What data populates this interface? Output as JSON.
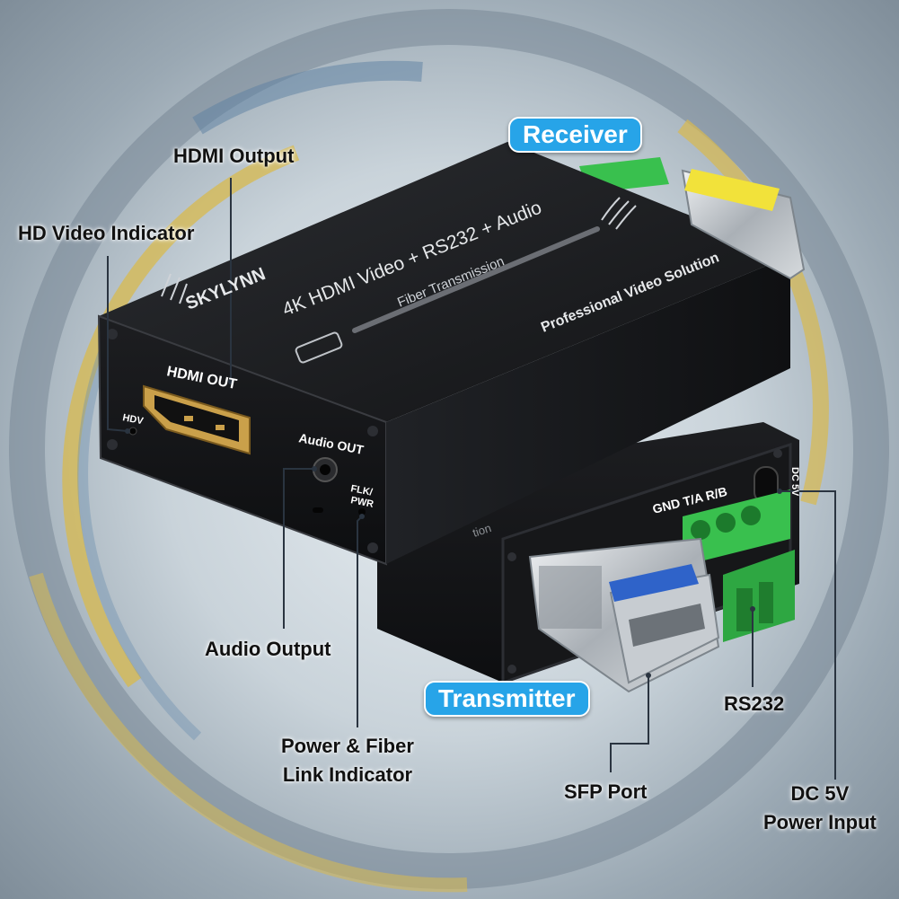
{
  "labels": {
    "receiver": "Receiver",
    "transmitter": "Transmitter"
  },
  "callouts": {
    "hdmi_output": "HDMI Output",
    "hd_video_indicator": "HD Video Indicator",
    "audio_output": "Audio Output",
    "power_fiber_line1": "Power & Fiber",
    "power_fiber_line2": "Link Indicator",
    "rs232": "RS232",
    "sfp_port": "SFP Port",
    "dc5v_line1": "DC 5V",
    "dc5v_line2": "Power Input"
  },
  "device": {
    "brand": "SKYLYNN",
    "product_line": "4K HDMI Video + RS232 + Audio",
    "fiber_text": "Fiber Transmission",
    "tagline": "Professional Video Solution",
    "hdmi_out": "HDMI OUT",
    "hdv": "HDV",
    "audio_out": "Audio OUT",
    "flk_pwr_1": "FLK/",
    "flk_pwr_2": "PWR",
    "terminal_pins": "GND T/A R/B",
    "dc_label": "DC 5V",
    "tx_partial": "tion"
  },
  "colors": {
    "accent": "#27a4e8",
    "leader": "#2a3440",
    "housing": "#1a1b1e",
    "terminal": "#35b84a"
  }
}
